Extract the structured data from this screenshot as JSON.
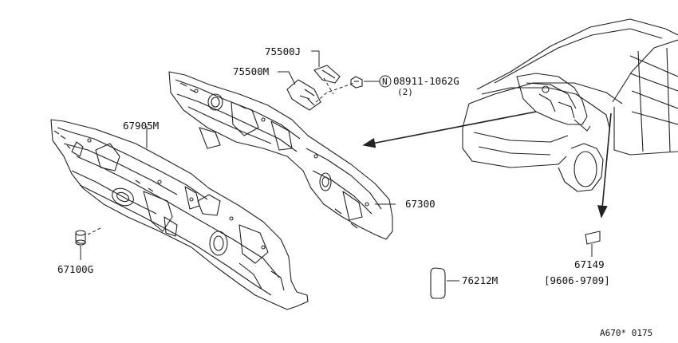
{
  "colors": {
    "line": "#222222",
    "background": "#ffffff"
  },
  "parts": {
    "p75500j": "75500J",
    "p75500m": "75500M",
    "p08911_symbol": "N",
    "p08911": "08911-1062G",
    "p08911_qty": "(2)",
    "p67905m": "67905M",
    "p67300": "67300",
    "p67100g": "67100G",
    "p76212m": "76212M",
    "p67149": "67149",
    "p67149_range": "[9606-9709]"
  },
  "diagram_code": "A670* 0175"
}
